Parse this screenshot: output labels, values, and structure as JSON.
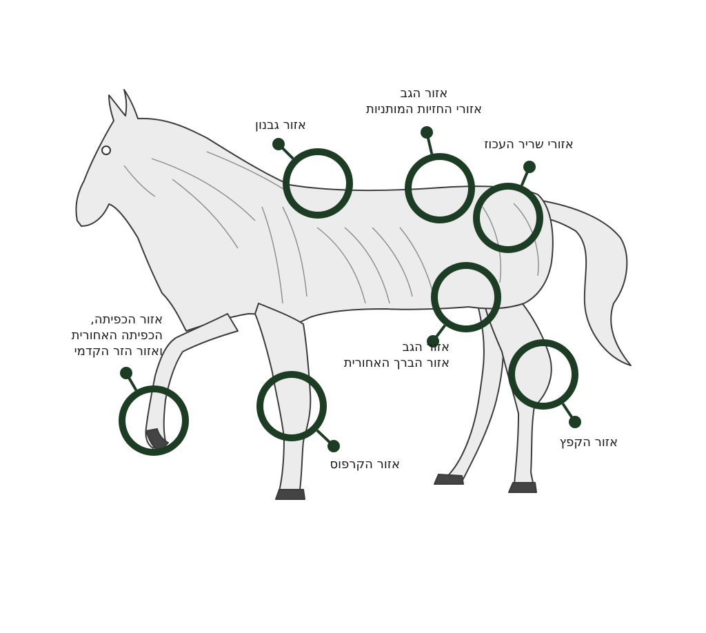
{
  "colors": {
    "marker": "#1c3d24",
    "horse_fill": "#ececec",
    "horse_line": "#3a3a3a",
    "hoof": "#444444"
  },
  "labels": {
    "withers": {
      "lines": [
        "אזור גבנון"
      ]
    },
    "back": {
      "lines": [
        "אזור הגב",
        "אזורי החזיות המותניות"
      ]
    },
    "croup": {
      "lines": [
        "אזורי שריר העכוז"
      ]
    },
    "hind": {
      "lines": [
        "אזור הגב",
        "אזור הברך האחורית"
      ]
    },
    "hock": {
      "lines": [
        "אזור הקפץ"
      ]
    },
    "carpus": {
      "lines": [
        "אזור הקרפוס"
      ]
    },
    "fetlock": {
      "lines": [
        "אזור הכפיתה,",
        "הכפיתה האחורית",
        "ואזור הזר הקדמי"
      ]
    }
  }
}
